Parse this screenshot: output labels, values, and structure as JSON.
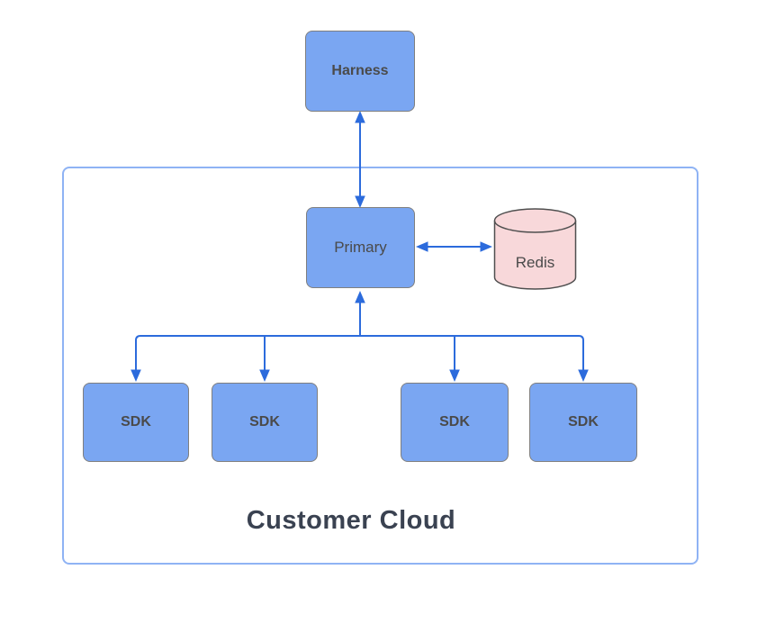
{
  "diagram": {
    "title": "Customer Cloud architecture diagram",
    "nodes": {
      "harness": {
        "label": "Harness",
        "shape": "rectangle"
      },
      "primary": {
        "label": "Primary",
        "shape": "rectangle"
      },
      "redis": {
        "label": "Redis",
        "shape": "cylinder"
      },
      "sdk1": {
        "label": "SDK",
        "shape": "rectangle"
      },
      "sdk2": {
        "label": "SDK",
        "shape": "rectangle"
      },
      "sdk3": {
        "label": "SDK",
        "shape": "rectangle"
      },
      "sdk4": {
        "label": "SDK",
        "shape": "rectangle"
      }
    },
    "container": {
      "label": "Customer Cloud"
    },
    "edges": [
      {
        "from": "Harness",
        "to": "Primary",
        "style": "bidirectional-arrow"
      },
      {
        "from": "Primary",
        "to": "Redis",
        "style": "bidirectional-arrow"
      },
      {
        "from": "Primary",
        "to": "SDK",
        "style": "bidirectional-arrow"
      },
      {
        "from": "Primary",
        "to": "SDK",
        "style": "bidirectional-arrow"
      },
      {
        "from": "Primary",
        "to": "SDK",
        "style": "bidirectional-arrow"
      },
      {
        "from": "Primary",
        "to": "SDK",
        "style": "bidirectional-arrow"
      }
    ],
    "colors": {
      "node_fill": "#7aa6f2",
      "node_border": "#7f7f7f",
      "node_text": "#4a4a4a",
      "redis_fill": "#f8d8da",
      "redis_border": "#4f4f4f",
      "arrow": "#2c6bdc",
      "container_border": "#8fb3f4",
      "container_label": "#3a4251"
    }
  }
}
